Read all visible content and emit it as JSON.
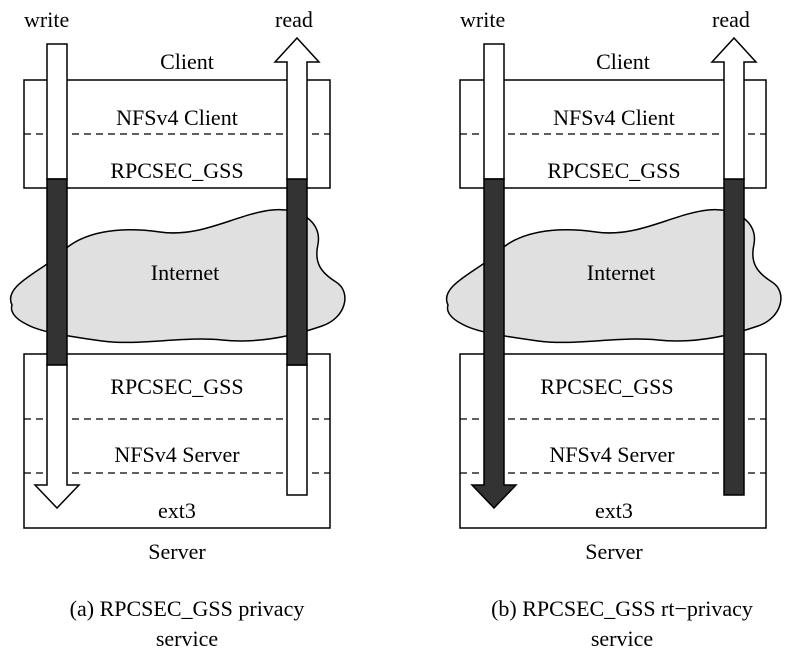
{
  "colors": {
    "background": "#ffffff",
    "cloud_fill": "#e0e0e0",
    "encrypted_fill": "#333333",
    "stroke": "#000000"
  },
  "panels": [
    {
      "id": "a",
      "write_label": "write",
      "read_label": "read",
      "client_label": "Client",
      "client_layers": [
        "NFSv4 Client",
        "RPCSEC_GSS"
      ],
      "network_label": "Internet",
      "server_layers": [
        "RPCSEC_GSS",
        "NFSv4 Server",
        "ext3"
      ],
      "server_label": "Server",
      "caption_line1": "(a) RPCSEC_GSS privacy",
      "caption_line2": "service"
    },
    {
      "id": "b",
      "write_label": "write",
      "read_label": "read",
      "client_label": "Client",
      "client_layers": [
        "NFSv4 Client",
        "RPCSEC_GSS"
      ],
      "network_label": "Internet",
      "server_layers": [
        "RPCSEC_GSS",
        "NFSv4 Server",
        "ext3"
      ],
      "server_label": "Server",
      "caption_line1": "(b) RPCSEC_GSS rt−privacy",
      "caption_line2": "service"
    }
  ]
}
